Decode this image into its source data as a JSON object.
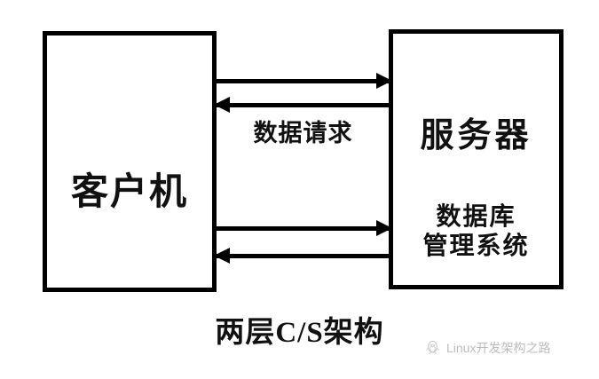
{
  "diagram": {
    "caption": "两层C/S架构",
    "client": {
      "title": "客户机"
    },
    "server": {
      "title": "服务器",
      "subtitle_line1": "数据库",
      "subtitle_line2": "管理系统"
    },
    "flows": {
      "label": "数据请求",
      "arrows": [
        {
          "id": "request-top",
          "direction": "right"
        },
        {
          "id": "response-top",
          "direction": "left"
        },
        {
          "id": "request-bottom",
          "direction": "right"
        },
        {
          "id": "response-bottom",
          "direction": "left"
        }
      ]
    },
    "colors": {
      "stroke": "#000000",
      "background": "#ffffff",
      "text": "#111111",
      "watermark": "#3a3a3a"
    }
  },
  "watermark": {
    "text": "Linux开发架构之路",
    "icon": "penguin-icon"
  }
}
